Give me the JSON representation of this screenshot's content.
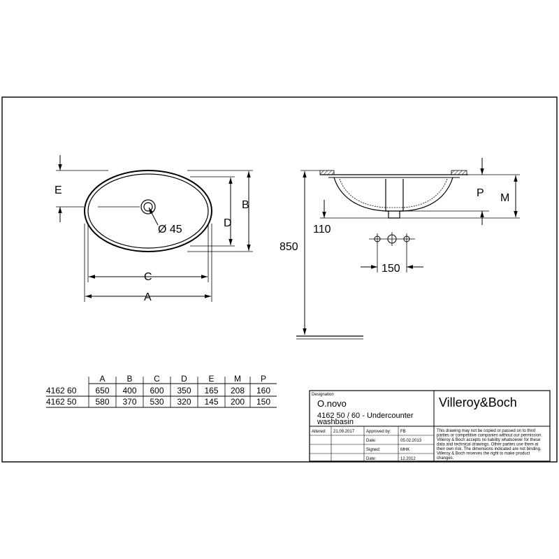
{
  "plan_view": {
    "label_e": "E",
    "label_b": "B",
    "label_d": "D",
    "label_c": "C",
    "label_a": "A",
    "label_hole": "Ø 45"
  },
  "section_view": {
    "label_p": "P",
    "label_m": "M",
    "label_110": "110",
    "label_850": "850",
    "label_150": "150"
  },
  "dimension_table": {
    "headers": [
      "",
      "A",
      "B",
      "C",
      "D",
      "E",
      "M",
      "P"
    ],
    "rows": [
      [
        "4162 60",
        "650",
        "400",
        "600",
        "350",
        "165",
        "208",
        "160"
      ],
      [
        "4162 50",
        "580",
        "370",
        "530",
        "320",
        "145",
        "200",
        "150"
      ]
    ]
  },
  "title_block": {
    "designation_label": "Designation",
    "product_name": "O.novo",
    "product_desc_line1": "4162 50 / 60 - Undercounter",
    "product_desc_line2": "washbasin",
    "brand": "Villeroy&Boch",
    "altered_label": "Altered:",
    "altered_date": "21.09.2017",
    "approved_label": "Approved by:",
    "approved_value": "FB",
    "date_label": "Date:",
    "date_value": "05.02.2013",
    "signed_label": "Signed:",
    "signed_value": "MHK",
    "date2_label": "Date:",
    "date2_value": "12.2012",
    "disclaimer": [
      "This drawing may not be copied or passed on to third",
      "parties or competitive companies without our permission.",
      "Villeroy & Boch accepts no liability whatsoever for these",
      "data and technical drawings. Other parties use them at",
      "their own risk. The dimensions indicated are not binding.",
      "Villeroy & Boch reserves the right to make product",
      "changes."
    ]
  }
}
